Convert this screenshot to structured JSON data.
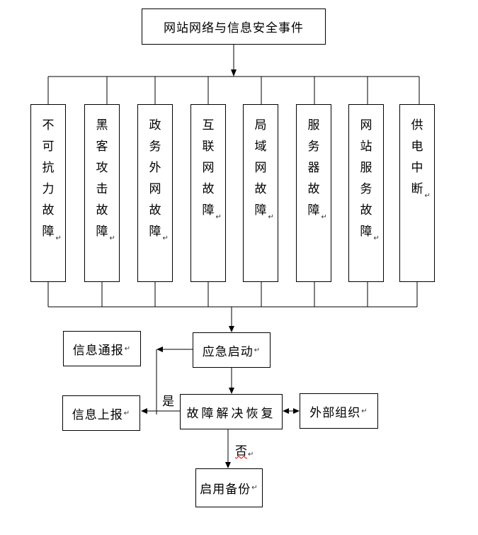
{
  "top_event": "网站网络与信息安全事件",
  "categories": [
    {
      "label": "不可抗力故障"
    },
    {
      "label": "黑客攻击故障"
    },
    {
      "label": "政务外网故障"
    },
    {
      "label": "互联网故障"
    },
    {
      "label": "局域网故障"
    },
    {
      "label": "服务器故障"
    },
    {
      "label": "网站服务故障"
    },
    {
      "label": "供电中断"
    }
  ],
  "emergency_start": "应急启动",
  "info_notify": "信息通报",
  "info_report": "信息上报",
  "fault_resolve": "故障解决恢复",
  "external_org": "外部组织",
  "enable_backup": "启用备份",
  "edge_yes": "是",
  "edge_no": "否",
  "paragraph_mark": "↵"
}
